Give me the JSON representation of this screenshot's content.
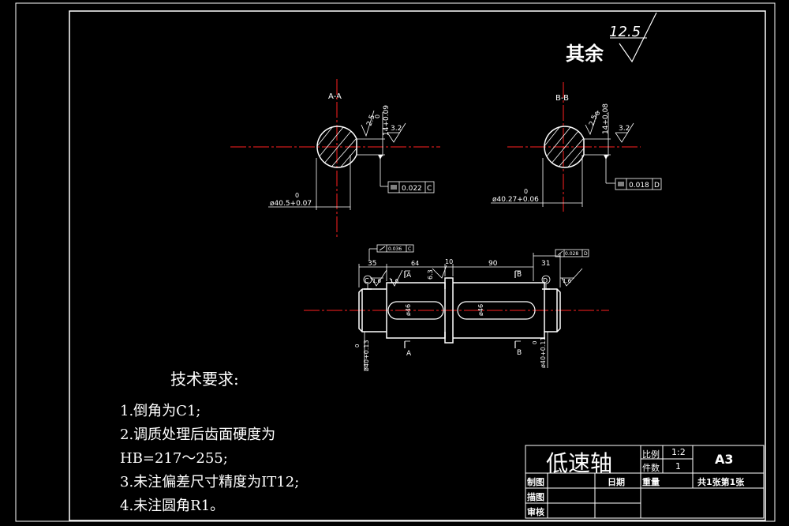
{
  "drawing": {
    "roughness": {
      "rest_label": "其余",
      "rest_value": "12.5"
    },
    "section_aa": {
      "title": "A-A",
      "diameter": "ø40.5+0.07",
      "diameter_tol_lower": "0",
      "width": "14+0.09",
      "width_tol_lower": "0",
      "roughness_1": "2.5",
      "roughness_2": "3.2",
      "tolerance_value": "0.022",
      "datum": "C"
    },
    "section_bb": {
      "title": "B-B",
      "diameter": "ø40.27+0.06",
      "diameter_tol_lower": "0",
      "width": "14+0.08",
      "width_tol_lower": "0",
      "roughness_1": "2.5",
      "roughness_2": "3.2",
      "tolerance_value": "0.018",
      "datum": "D"
    },
    "shaft": {
      "dims": [
        "35",
        "64",
        "10",
        "90",
        "31"
      ],
      "runout_left": "0.036",
      "runout_left_datum": "C",
      "runout_right": "0.028",
      "runout_right_datum": "D",
      "datum_c": "C",
      "datum_d": "D",
      "rough_left": "1.6",
      "rough_mid": "1.6",
      "rough_collar": "6.3",
      "rough_right": "1.6",
      "key_width_1": "ø46",
      "key_width_2": "ø46",
      "dia_left": "ø40+0.13",
      "dia_left_tol": "0",
      "dia_right": "ø40+0.11",
      "dia_right_tol": "0",
      "cut_a": "A",
      "cut_b": "B"
    }
  },
  "notes": {
    "title": "技术要求:",
    "items": [
      "1.倒角为C1;",
      "2.调质处理后齿面硬度为",
      "HB=217～255;",
      "3.未注偏差尺寸精度为IT12;",
      "4.未注圆角R1。"
    ]
  },
  "title_block": {
    "part_name": "低速轴",
    "scale_label": "比例",
    "scale_value": "1:2",
    "count_label": "件数",
    "count_value": "1",
    "sheet_size": "A3",
    "drawn_label": "制图",
    "date_label": "日期",
    "weight_label": "重量",
    "sheet_info": "共1张第1张",
    "traced_label": "描图",
    "checked_label": "审核"
  },
  "colors": {
    "outline": "#ffffff",
    "centerline": "#ff2020",
    "dimension": "#ffffff"
  }
}
